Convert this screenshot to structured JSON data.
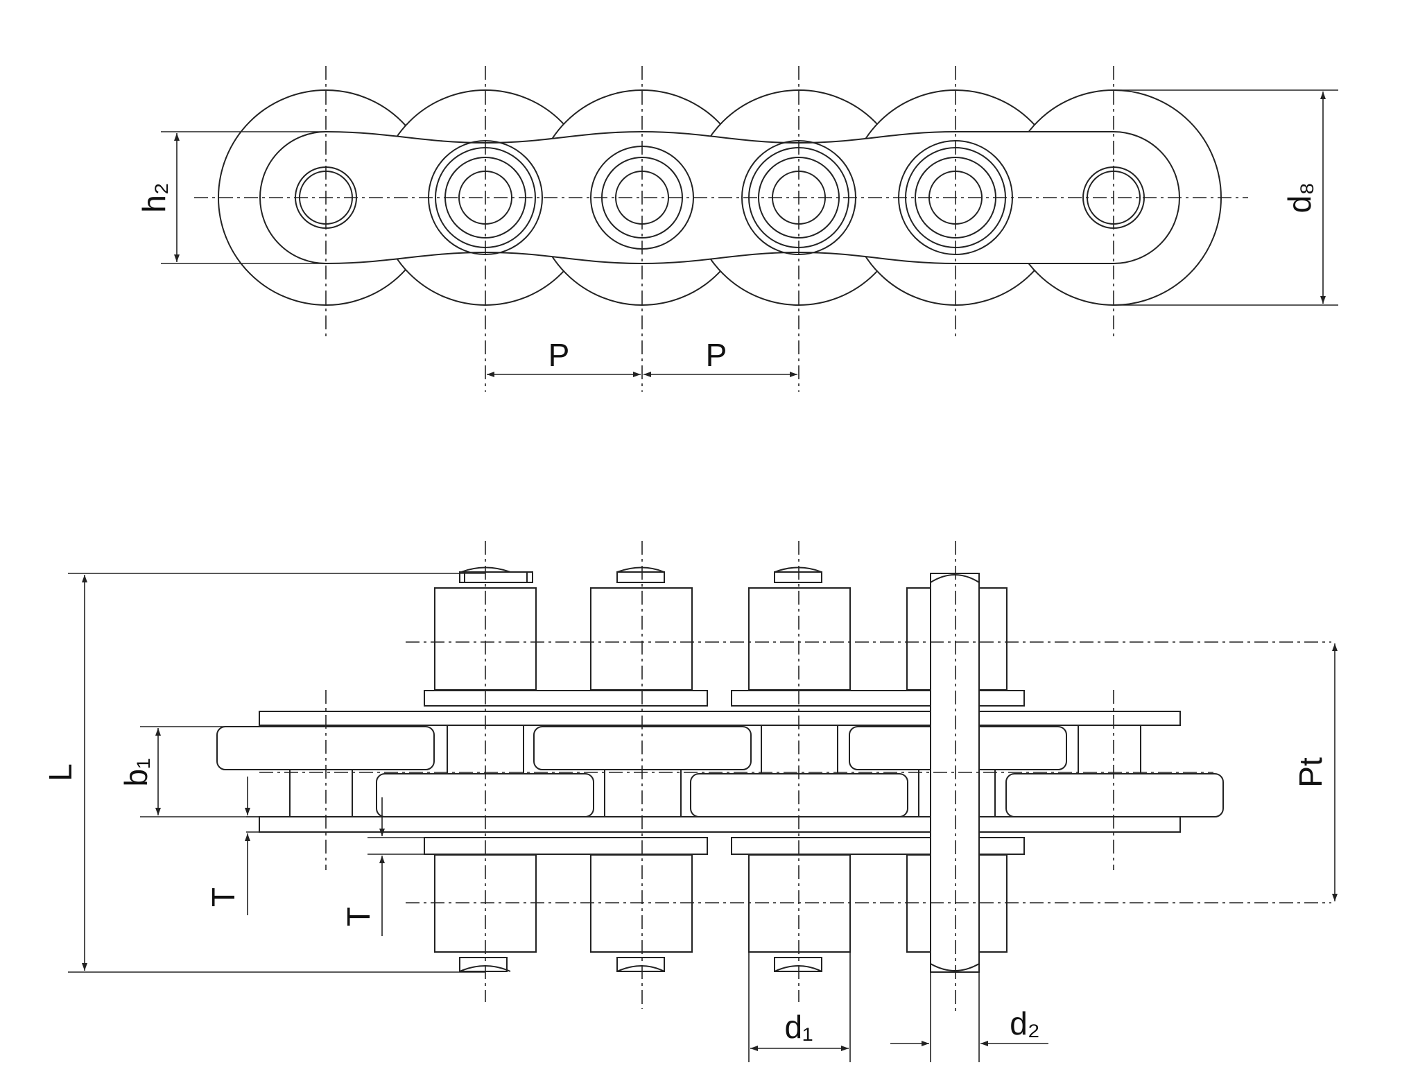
{
  "labels": {
    "h2": "h₂",
    "d8": "d₈",
    "p1": "P",
    "p2": "P",
    "L": "L",
    "b1": "b₁",
    "pt": "Pt",
    "t1": "T",
    "t2": "T",
    "d1": "d₁",
    "d2": "d₂"
  }
}
